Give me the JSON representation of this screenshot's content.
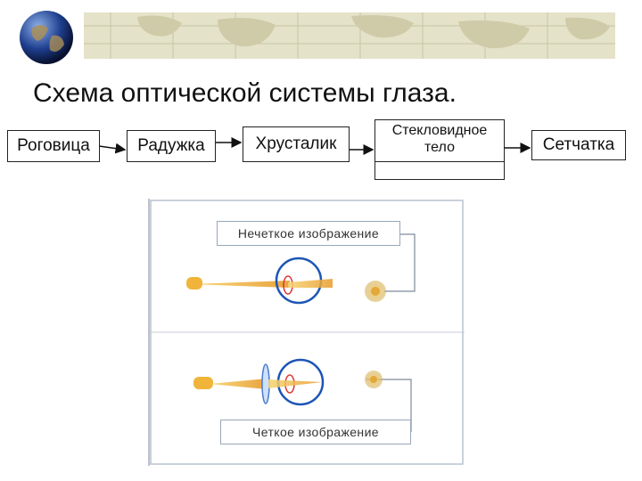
{
  "title": "Схема оптической системы глаза.",
  "flow": [
    "Роговица",
    "Радужка",
    "Хрусталик",
    "Стекловидное тело",
    "Сетчатка"
  ],
  "figure": {
    "top_caption": "Нечеткое изображение",
    "bottom_caption": "Четкое изображение"
  },
  "colors": {
    "ink": "#111111",
    "map": "#e4e2c8",
    "globe_ocean": "#1f3f8f",
    "eye_blue": "#1c55b5",
    "beam": "#f0b43a"
  }
}
